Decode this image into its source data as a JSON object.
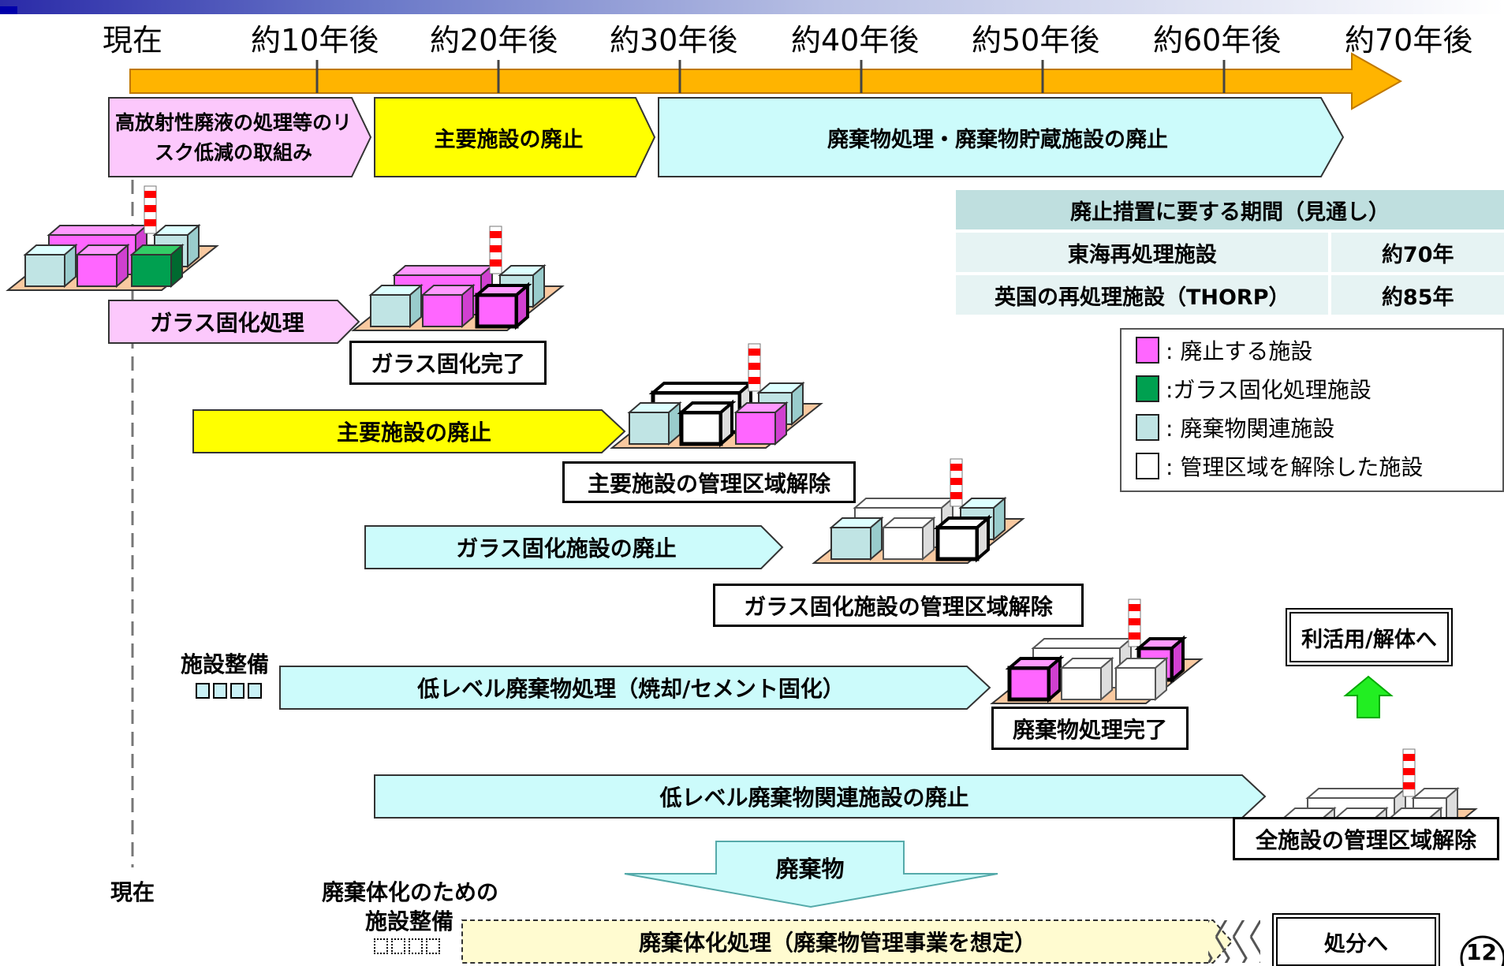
{
  "timeline": {
    "labels": [
      "現在",
      "約10年後",
      "約20年後",
      "約30年後",
      "約40年後",
      "約50年後",
      "約60年後",
      "約70年後"
    ],
    "phases": [
      "高放射性廃液の処理等のリスク低減の取組み",
      "主要施設の廃止",
      "廃棄物処理・廃棄物貯蔵施設の廃止"
    ]
  },
  "period_table": {
    "header": "廃止措置に要する期間（見通し）",
    "rows": [
      {
        "name": "東海再処理施設",
        "value": "約70年"
      },
      {
        "name": "英国の再処理施設（THORP）",
        "value": "約85年"
      }
    ]
  },
  "legend": [
    {
      "label": ": 廃止する施設",
      "color": "#ff66ff"
    },
    {
      "label": ":ガラス固化処理施設",
      "color": "#00a050"
    },
    {
      "label": ": 廃棄物関連施設",
      "color": "#c0e4e4"
    },
    {
      "label": ": 管理区域を解除した施設",
      "color": "#ffffff"
    }
  ],
  "arrows": {
    "vitrification": "ガラス固化処理",
    "main_decommission": "主要施設の廃止",
    "vitrification_facility_decommission": "ガラス固化施設の廃止",
    "low_level_processing": "低レベル廃棄物処理（焼却/セメント固化）",
    "low_level_facility_decommission": "低レベル廃棄物関連施設の廃止",
    "waste": "廃棄物",
    "waste_packaging": "廃棄体化処理（廃棄物管理事業を想定）"
  },
  "milestones": {
    "vitrification_complete": "ガラス固化完了",
    "main_control_release": "主要施設の管理区域解除",
    "vitrification_control_release": "ガラス固化施設の管理区域解除",
    "waste_processing_complete": "廃棄物処理完了",
    "all_control_release": "全施設の管理区域解除",
    "reuse": "利活用/解体へ",
    "disposal": "処分へ"
  },
  "notes": {
    "facility_prep": "施設整備",
    "present": "現在",
    "packaging_prep_line1": "廃棄体化のための",
    "packaging_prep_line2": "施設整備",
    "page_number": "12"
  },
  "colors": {
    "timeline_orange": "#ffb400",
    "pink": "#ff66ff",
    "pink_light": "#fcc8fc",
    "yellow": "#ffff00",
    "cyan_light": "#ccfbfb",
    "green": "#00a050",
    "lightblue": "#c0e4e4",
    "base_peach": "#f9c9a0",
    "waste_yellow": "#fffbd0"
  }
}
